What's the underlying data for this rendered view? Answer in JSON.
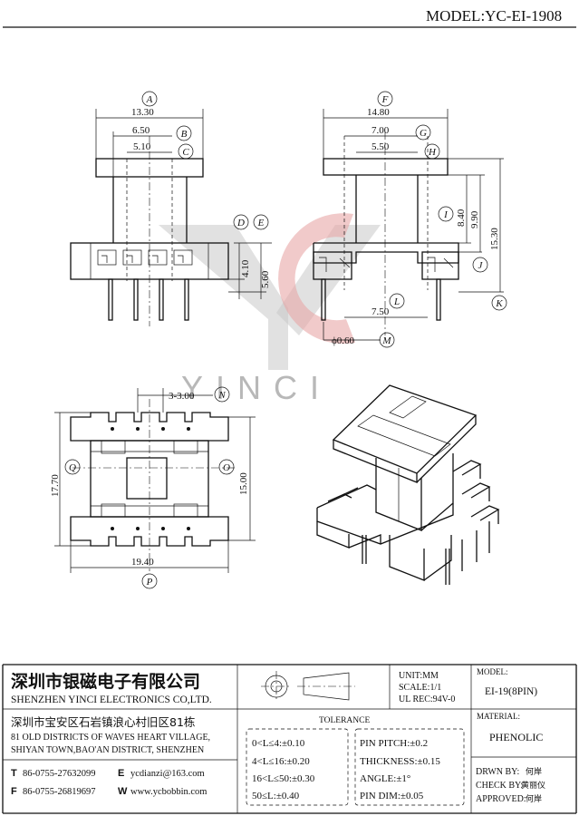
{
  "model": "MODEL:YC-EI-1908",
  "watermark": {
    "text": "YINCI",
    "color_red": "#e8a7a7",
    "color_gray": "#b8b8b8"
  },
  "front_view": {
    "dims": {
      "width_overall": "13.30",
      "width_b": "6.50",
      "width_c": "5.10",
      "height_d": "4.10",
      "height_e": "5.60"
    },
    "labels": {
      "a": "A",
      "b": "B",
      "c": "C",
      "d": "D",
      "e": "E"
    }
  },
  "side_view": {
    "dims": {
      "width_overall": "14.80",
      "width_g": "7.00",
      "width_h": "5.50",
      "height_i": "8.40",
      "height_f": "9.90",
      "height_k": "15.30",
      "pin_span": "7.50",
      "pin_dia": "ϕ0.60"
    },
    "labels": {
      "f": "F",
      "g": "G",
      "h": "H",
      "i": "I",
      "j": "J",
      "k": "K",
      "l": "L",
      "m": "M"
    }
  },
  "bottom_view": {
    "dims": {
      "pitch": "3-3.00",
      "height_q": "17.70",
      "height_o": "15.00",
      "width_p": "19.40"
    },
    "labels": {
      "n": "N",
      "q": "Q",
      "o": "O",
      "p": "P"
    }
  },
  "title_block": {
    "company_cn": "深圳市银磁电子有限公司",
    "company_en": "SHENZHEN YINCI ELECTRONICS CO,LTD.",
    "address_cn": "深圳市宝安区石岩镇浪心村旧区81栋",
    "address_en_1": "81 OLD DISTRICTS OF WAVES HEART VILLAGE,",
    "address_en_2": "SHIYAN TOWN,BAO'AN DISTRICT, SHENZHEN",
    "tel_label": "T",
    "tel": "86-0755-27632099",
    "email_label": "E",
    "email": "ycdianzi@163.com",
    "fax_label": "F",
    "fax": "86-0755-26819697",
    "web_label": "W",
    "web": "www.ycbobbin.com",
    "unit": "UNIT:MM",
    "scale": "SCALE:1/1",
    "ul_rec": "UL REC:94V-0",
    "model_label": "MODEL:",
    "model_value": "EI-19(8PIN)",
    "material_label": "MATERIAL:",
    "material_value": "PHENOLIC",
    "tolerance_title": "TOLERANCE",
    "tolerances": [
      "0<L≤4:±0.10",
      "4<L≤16:±0.20",
      "16<L≤50:±0.30",
      "50≤L:±0.40"
    ],
    "specs": [
      "PIN PITCH:±0.2",
      "THICKNESS:±0.15",
      "ANGLE:±1°",
      "PIN DIM:±0.05"
    ],
    "drawn_label": "DRWN BY:",
    "drawn_by": "何岸",
    "check_label": "CHECK BY:",
    "check_by": "黄丽仪",
    "approved_label": "APPROVED:",
    "approved_by": "何岸"
  }
}
